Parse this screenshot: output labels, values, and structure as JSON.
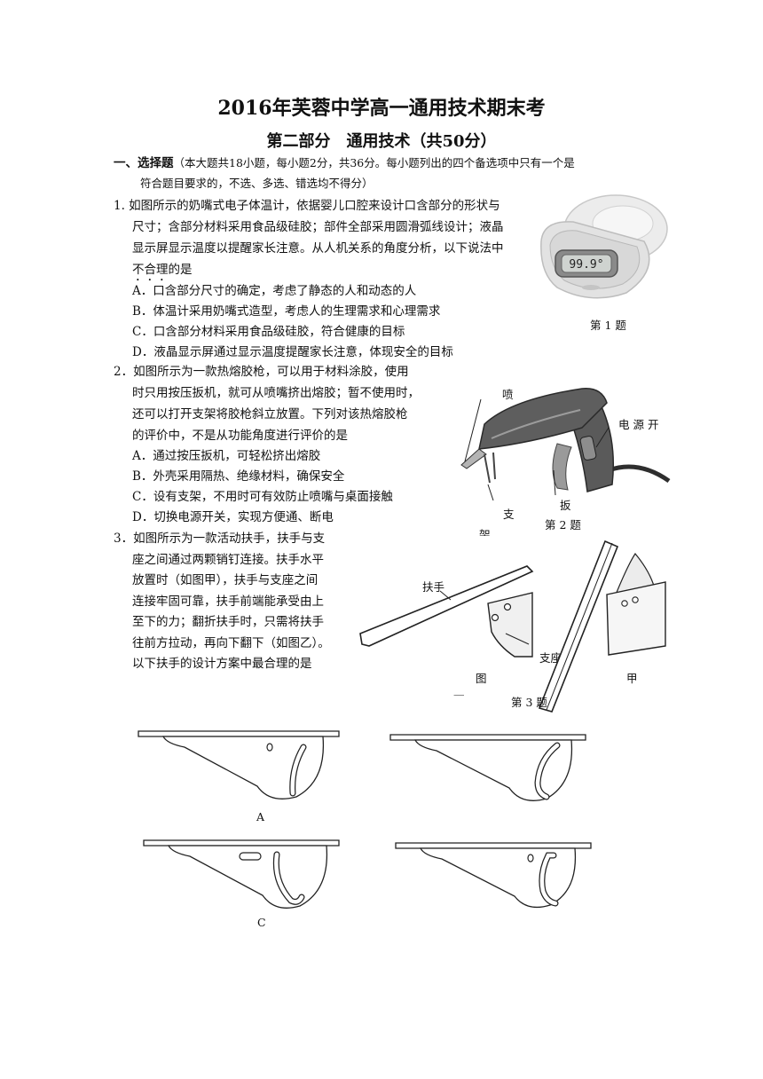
{
  "header": {
    "title": "2016年芙蓉中学高一通用技术期末考",
    "subtitle": "第二部分　通用技术（共50分）"
  },
  "section": {
    "heading": "一、选择题",
    "note_line1": "（本大题共18小题，每小题2分，共36分。每小题列出的四个备选项中只有一个是",
    "note_line2": "符合题目要求的，不选、多选、错选均不得分）"
  },
  "q1": {
    "lines": [
      "1. 如图所示的奶嘴式电子体温计，依据婴儿口腔来设计口含部分的形状与",
      "尺寸；含部分材料采用食品级硅胶；部件全部采用圆滑弧线设计；液晶",
      "显示屏显示温度以提醒家长注意。从人机关系的角度分析，以下说法中"
    ],
    "emphasis": "不合理",
    "tail": "的是",
    "options": [
      "A．口含部分尺寸的确定，考虑了静态的人和动态的人",
      "B．体温计采用奶嘴式造型，考虑人的生理需求和心理需求",
      "C．口含部分材料采用食品级硅胶，符合健康的目标",
      "D．液晶显示屏通过显示温度提醒家长注意，体现安全的目标"
    ],
    "display_value": "99.9°",
    "caption": "第 1 题"
  },
  "q2": {
    "lines": [
      "2．如图所示为一款热熔胶枪，可以用于材料涂胶，使用",
      "时只用按压扳机，就可从喷嘴挤出熔胶；暂不使用时，",
      "还可以打开支架将胶枪斜立放置。下列对该热熔胶枪",
      "的评价中，不是从功能角度进行评价的是"
    ],
    "options": [
      "A．通过按压扳机，可轻松挤出熔胶",
      "B．外壳采用隔热、绝缘材料，确保安全",
      "C．设有支架，不用时可有效防止喷嘴与桌面接触",
      "D．切换电源开关，实现方便通、断电"
    ],
    "labels": {
      "nozzle": "喷",
      "switch": "电 源 开",
      "trigger": "扳",
      "stand": "支",
      "stand2": "架"
    },
    "caption": "第 2 题"
  },
  "q3": {
    "lines": [
      "3．如图所示为一款活动扶手，扶手与支",
      "座之间通过两颗销钉连接。扶手水平",
      "放置时（如图甲），扶手与支座之间",
      "连接牢固可靠，扶手前端能承受由上",
      "至下的力；翻折扶手时，只需将扶手",
      "往前方拉动，再向下翻下（如图乙）。",
      "以下扶手的设计方案中最合理的是"
    ],
    "labels": {
      "armrest": "扶手",
      "base": "支座",
      "fig": "图",
      "fig2": "一",
      "jia": "甲"
    },
    "caption": "第 3 题",
    "option_labels": [
      "A",
      "C"
    ]
  },
  "colors": {
    "text": "#111111",
    "line": "#222222",
    "gun_body": "#5a5a5a",
    "gun_dark": "#3a3a3a",
    "pacifier": "#e4e4e4"
  }
}
